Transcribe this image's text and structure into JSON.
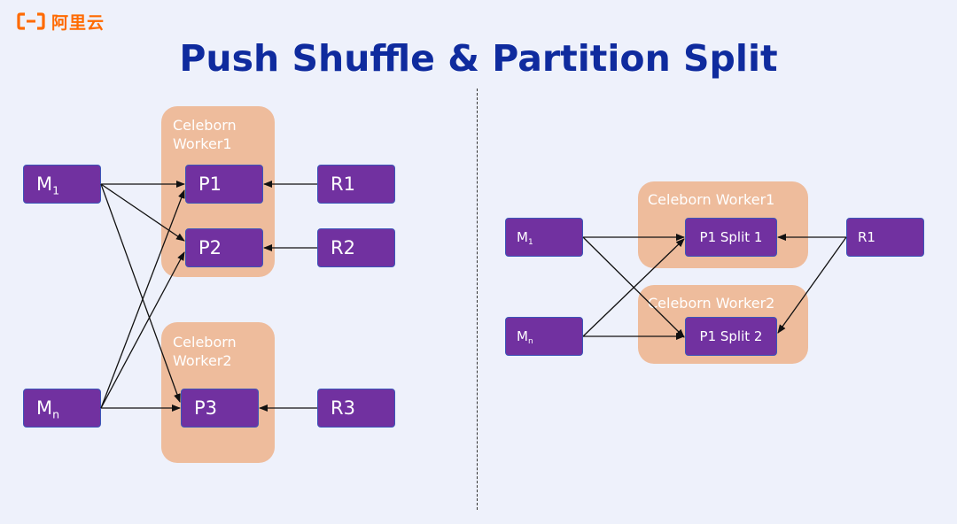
{
  "brand": {
    "name": "阿里云",
    "color": "#ff6a00"
  },
  "title": "Push Shuffle & Partition Split",
  "colors": {
    "node_fill": "#7131a0",
    "node_border": "#3c56b8",
    "worker_fill": "#eebc9c",
    "title": "#0f2b9e",
    "arrow": "#111111"
  },
  "left": {
    "workers": [
      {
        "label_line1": "Celeborn",
        "label_line2": "Worker1"
      },
      {
        "label_line1": "Celeborn",
        "label_line2": "Worker2"
      }
    ],
    "mappers": {
      "m1": {
        "base": "M",
        "sub": "1"
      },
      "mn": {
        "base": "M",
        "sub": "n"
      }
    },
    "partitions": [
      "P1",
      "P2",
      "P3"
    ],
    "reducers": [
      "R1",
      "R2",
      "R3"
    ]
  },
  "right": {
    "workers": [
      "Celeborn Worker1",
      "Celeborn Worker2"
    ],
    "mappers": {
      "m1": {
        "base": "M",
        "sub": "1"
      },
      "mn": {
        "base": "M",
        "sub": "n"
      }
    },
    "splits": [
      "P1 Split 1",
      "P1 Split 2"
    ],
    "reducer": "R1"
  }
}
